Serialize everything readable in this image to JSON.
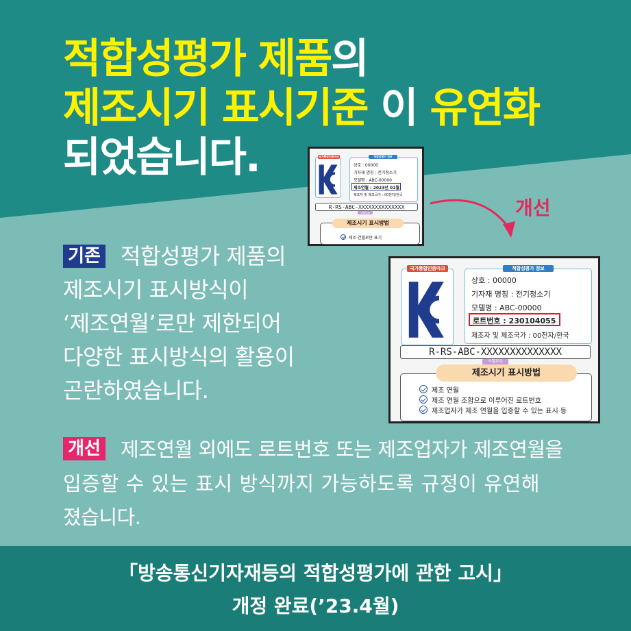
{
  "colors": {
    "dark_teal": "#1f8b86",
    "light_teal": "#7cbcb6",
    "footer": "#1b7d78",
    "title_yellow": "#fff200",
    "badge_blue": "#1f3c8f",
    "badge_pink": "#e6266a",
    "arrow_red": "#e22a5c"
  },
  "title": {
    "line1_yellow": "적합성평가 제품",
    "line1_white": "의",
    "line2_yellow1": "제조시기 표시기준",
    "line2_white": "이 ",
    "line2_yellow2": "유연화",
    "line3_white": "되었습니다."
  },
  "label_old": {
    "kc_tag": "국가통합인증마크",
    "info_tag": "적합성평가 정보",
    "lines": [
      "상호 : 00000",
      "기자재 명칭 : 전기청소기",
      "모델명 : ABC-00000",
      "제조연월 : 2023년 01월",
      "제조자 및 제조국가 : 00전자/한국"
    ],
    "reg": "R-RS-ABC-XXXXXXXXXXXXXX",
    "purple_tag": "식별부호",
    "method_title": "제조시기 표시방법",
    "method_items": [
      "제조 연월로만 표기"
    ]
  },
  "arrow_label": "개선",
  "label_new": {
    "kc_tag": "국가통합인증마크",
    "info_tag": "적합성평가 정보",
    "lines": [
      "상호 : 00000",
      "기자재 명칭 : 전기청소기",
      "모델명 : ABC-00000",
      "로트번호 : 230104055",
      "제조자 및 제조국가 : 00전자/한국"
    ],
    "reg": "R-RS-ABC-XXXXXXXXXXXXXX",
    "purple_tag": "식별부호",
    "method_title": "제조시기 표시방법",
    "method_items": [
      "제조 연월",
      "제조 연월 조합으로 이루어진 로트번호",
      "제조업자가 제조 연월을 입증할 수 있는 표시 등"
    ]
  },
  "before": {
    "badge": "기존",
    "lines": [
      "적합성평가 제품의",
      "제조시기 표시방식이",
      "‘제조연월’로만 제한되어",
      "다양한 표시방식의 활용이",
      "곤란하였습니다."
    ]
  },
  "after": {
    "badge": "개선",
    "lines": [
      "제조연월 외에도 로트번호 또는 제조업자가 제조연월을",
      "입증할 수 있는 표시 방식까지 가능하도록 규정이 유연해",
      "졌습니다."
    ]
  },
  "footer": {
    "line1": "「방송통신기자재등의 적합성평가에 관한 고시」",
    "line2": "개정 완료(’23.4월)"
  }
}
